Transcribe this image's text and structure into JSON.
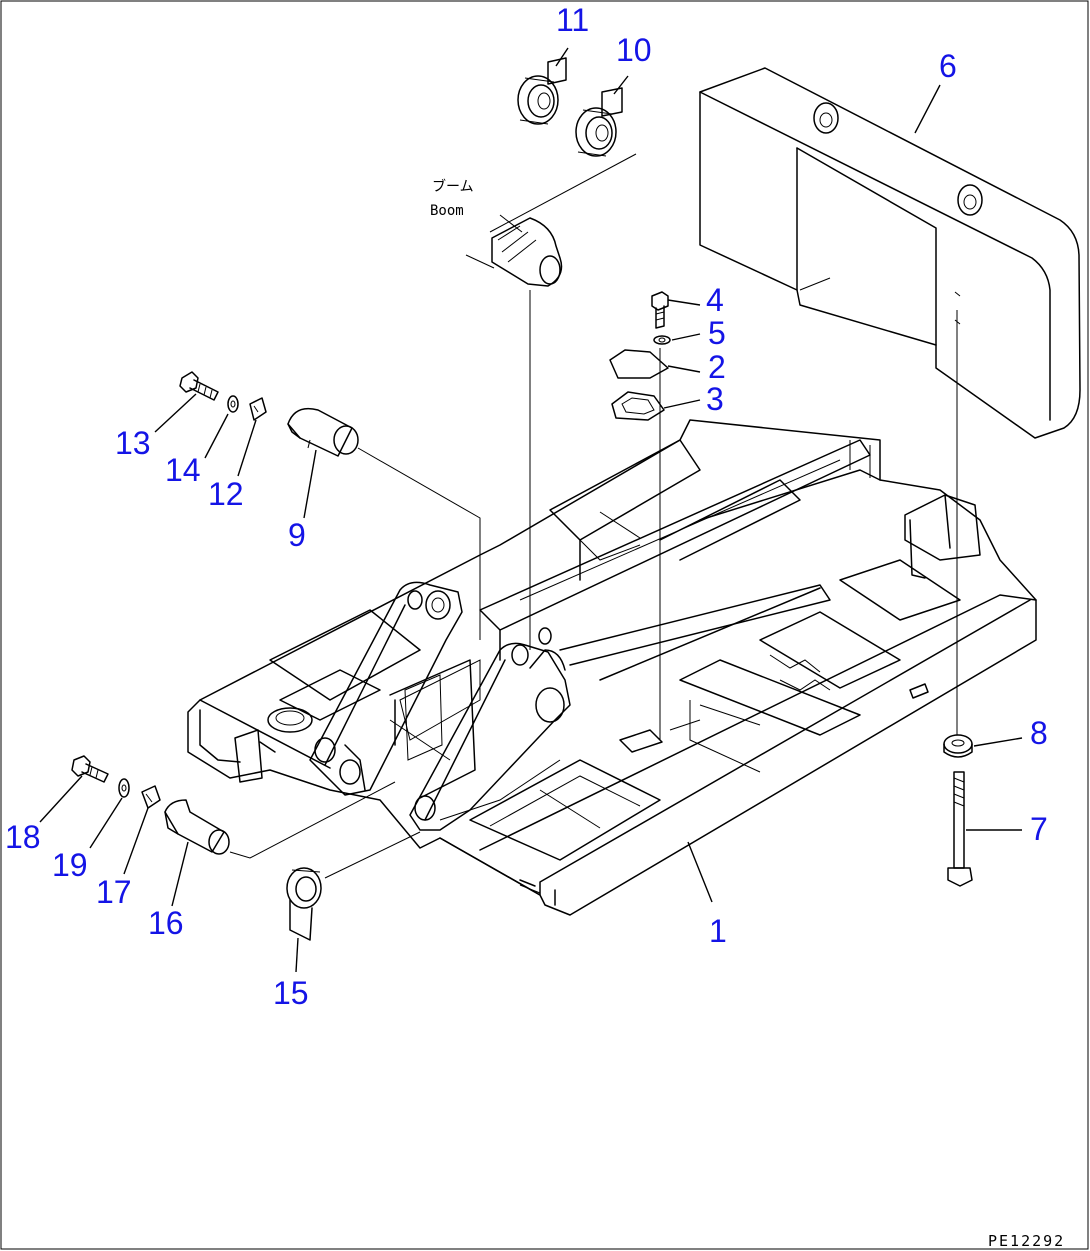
{
  "diagram": {
    "boom_label_ja": "ブーム",
    "boom_label_en": "Boom",
    "drawing_code": "PE12292",
    "callouts": {
      "c1": "1",
      "c2": "2",
      "c3": "3",
      "c4": "4",
      "c5": "5",
      "c6": "6",
      "c7": "7",
      "c8": "8",
      "c9": "9",
      "c10": "10",
      "c11": "11",
      "c12": "12",
      "c13": "13",
      "c14": "14",
      "c15": "15",
      "c16": "16",
      "c17": "17",
      "c18": "18",
      "c19": "19"
    },
    "callout_color": "#1414e6",
    "line_color": "#000000"
  }
}
